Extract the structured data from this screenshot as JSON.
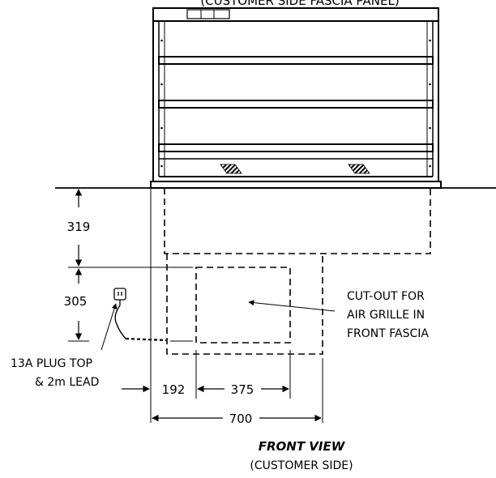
{
  "header_note": "(CUSTOMER SIDE FASCIA PANEL)",
  "dimensions": {
    "height_upper": "319",
    "height_lower": "305",
    "width_offset": "192",
    "width_cutout": "375",
    "width_total": "700"
  },
  "annotations": {
    "cutout_line1": "CUT-OUT FOR",
    "cutout_line2": "AIR GRILLE IN",
    "cutout_line3": "FRONT FASCIA",
    "plug_line1": "13A PLUG TOP",
    "plug_line2": "& 2m LEAD"
  },
  "title": "FRONT VIEW",
  "subtitle": "(CUSTOMER SIDE)"
}
